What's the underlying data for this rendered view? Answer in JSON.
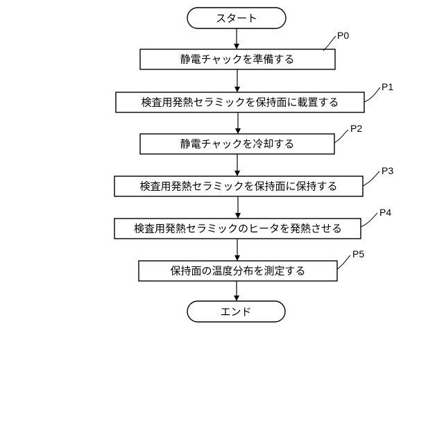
{
  "start": {
    "label": "スタート"
  },
  "steps": [
    {
      "id": "P0",
      "label": "静電チャックを準備する"
    },
    {
      "id": "P1",
      "label": "検査用発熱セラミックを保持面に載置する"
    },
    {
      "id": "P2",
      "label": "静電チャックを冷却する"
    },
    {
      "id": "P3",
      "label": "検査用発熱セラミックを保持面に保持する"
    },
    {
      "id": "P4",
      "label": "検査用発熱セラミックのヒータを発熱させる"
    },
    {
      "id": "P5",
      "label": "保持面の温度分布を測定する"
    }
  ],
  "end": {
    "label": "エンド"
  }
}
